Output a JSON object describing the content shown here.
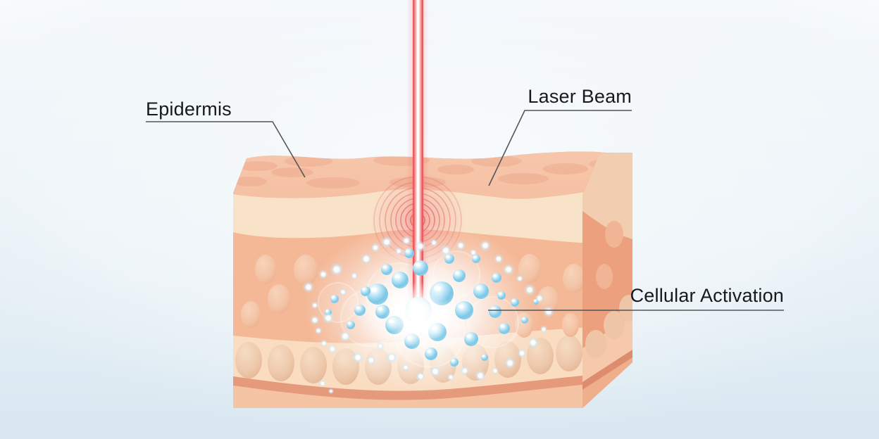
{
  "diagram": {
    "type": "skin-laser-treatment-illustration",
    "labels": {
      "epidermis": "Epidermis",
      "laser_beam": "Laser Beam",
      "cellular_activation": "Cellular Activation"
    },
    "colors": {
      "background_center": "#f8fbfd",
      "background_edge": "#d8e7f1",
      "label_text": "#17191d",
      "leader_line": "#51565b",
      "laser_red": "#e94b52",
      "laser_core": "#ffffff",
      "ripple_red": "#e05a60",
      "skin_top_band": "#f5c0a3",
      "skin_top_spot": "#eca78a",
      "skin_cream": "#f9e3c8",
      "skin_dermis": "#f4b897",
      "skin_cell": "#f3c2a4",
      "skin_fat_band": "#fadcc1",
      "skin_fat_cell": "#eec9ac",
      "skin_wave_strip": "#e59a7b",
      "skin_bottom_band": "#f5c4a5",
      "skin_side_face": "#eca07d",
      "bubble_blue": "#8ccfeb",
      "bubble_highlight": "#ffffff",
      "glow_white": "#ffffff"
    }
  }
}
